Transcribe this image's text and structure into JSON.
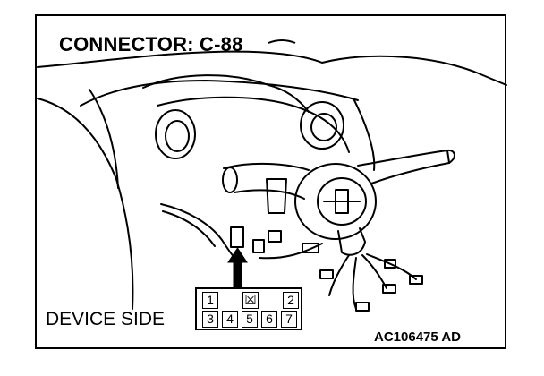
{
  "diagram": {
    "title": "CONNECTOR: C-88",
    "side_label": "DEVICE SIDE",
    "figure_code": "AC106475 AD",
    "connector": {
      "top_row": [
        "1",
        "☒",
        "2"
      ],
      "bottom_row": [
        "3",
        "4",
        "5",
        "6",
        "7"
      ]
    }
  }
}
